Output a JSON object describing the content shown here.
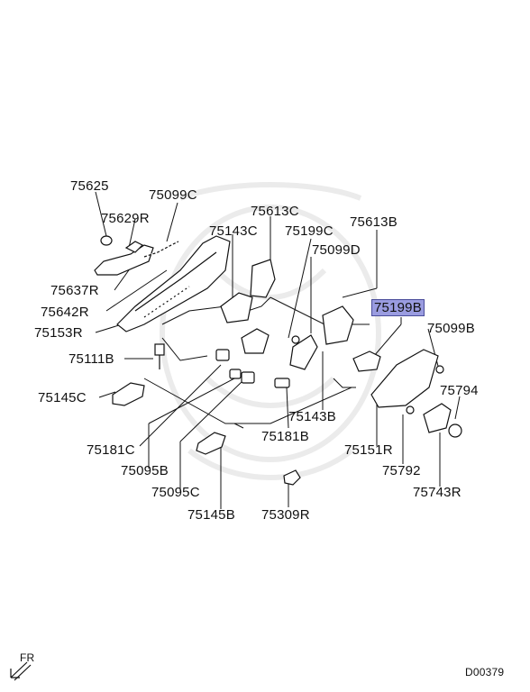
{
  "diagram_id": "D00379",
  "direction_label": "FR",
  "parts": {
    "p75625": "75625",
    "p75099C": "75099C",
    "p75629R": "75629R",
    "p75613C": "75613C",
    "p75143C": "75143C",
    "p75199C": "75199C",
    "p75613B": "75613B",
    "p75099D": "75099D",
    "p75637R": "75637R",
    "p75642R": "75642R",
    "p75153R": "75153R",
    "p75199B": "75199B",
    "p75099B": "75099B",
    "p75111B": "75111B",
    "p75145C": "75145C",
    "p75794": "75794",
    "p75181C": "75181C",
    "p75143B": "75143B",
    "p75181B": "75181B",
    "p75151R": "75151R",
    "p75095B": "75095B",
    "p75792": "75792",
    "p75095C": "75095C",
    "p75743R": "75743R",
    "p75145B": "75145B",
    "p75309R": "75309R"
  },
  "highlighted_part": "75199B",
  "colors": {
    "highlight": "#9a9ce0",
    "line": "#111111",
    "watermark": "#ececec"
  }
}
